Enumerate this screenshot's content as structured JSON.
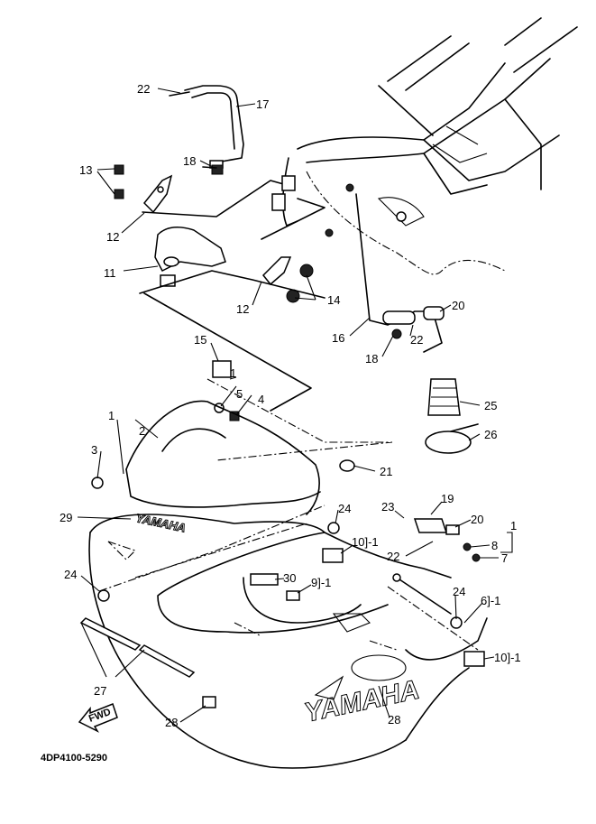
{
  "diagram": {
    "code": "4DP4100-5290",
    "fwd_label": "FWD",
    "logo_text": "YAMAHA",
    "callouts": [
      "22",
      "17",
      "18",
      "13",
      "12",
      "11",
      "12",
      "14",
      "16",
      "18",
      "22",
      "20",
      "15",
      "1",
      "5",
      "4",
      "25",
      "26",
      "1",
      "2",
      "3",
      "21",
      "29",
      "24",
      "23",
      "19",
      "20",
      "22",
      "8",
      "7",
      "1",
      "10]-1",
      "9]-1",
      "30",
      "24",
      "24",
      "6]-1",
      "10]-1",
      "27",
      "28",
      "28"
    ]
  }
}
